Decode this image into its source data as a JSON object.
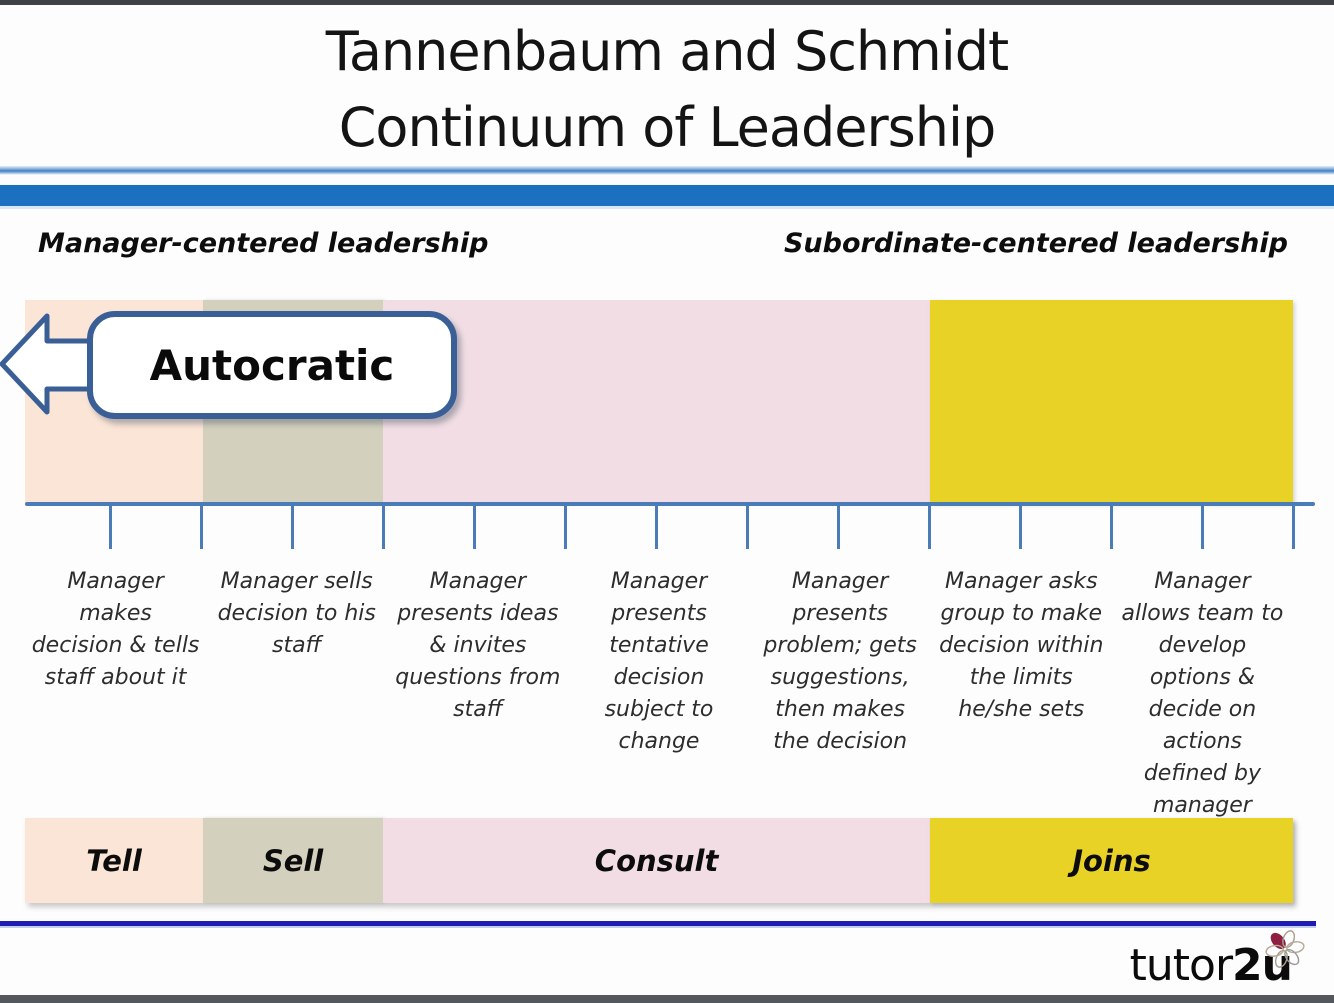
{
  "title": {
    "line1": "Tannenbaum and Schmidt",
    "line2": "Continuum of Leadership"
  },
  "header_labels": {
    "left": "Manager-centered leadership",
    "right": "Subordinate-centered leadership"
  },
  "callout": {
    "label": "Autocratic"
  },
  "continuum": {
    "descriptions": [
      "Manager makes decision & tells staff about it",
      "Manager sells decision to his staff",
      "Manager presents ideas & invites questions from staff",
      "Manager presents tentative decision subject to change",
      "Manager presents problem; gets suggestions, then makes the decision",
      "Manager asks group to make decision within the limits he/she sets",
      "Manager allows team to develop options & decide on actions defined by manager"
    ],
    "bottom_labels": [
      "Tell",
      "Sell",
      "Consult",
      "Joins"
    ]
  },
  "logo": {
    "regular": "tutor",
    "bold": "2u"
  },
  "colors": {
    "peach": "#fbe5d6",
    "olive": "#d3d0bd",
    "pink": "#f1dde3",
    "yellow": "#e9d226",
    "blue_bar": "#1b70c0",
    "axis": "#4a7cb8",
    "callout_border": "#3a5f97",
    "underline": "#1d1db5",
    "flower_accent": "#8e1f42"
  }
}
